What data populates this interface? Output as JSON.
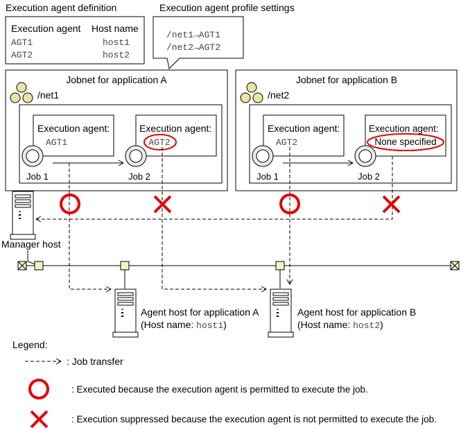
{
  "agent_definition": {
    "title": "Execution agent definition",
    "col_agent": "Execution agent",
    "col_host": "Host name",
    "rows": [
      {
        "agent": "AGT1",
        "host": "host1"
      },
      {
        "agent": "AGT2",
        "host": "host2"
      }
    ]
  },
  "profile_settings": {
    "title": "Execution agent profile settings",
    "lines": [
      "/net1→AGT1",
      "/net2→AGT2"
    ]
  },
  "jobnet_a": {
    "title": "Jobnet for application A",
    "net": "/net1",
    "job1": {
      "label": "Job 1",
      "agent_title": "Execution agent:",
      "agent": "AGT1"
    },
    "job2": {
      "label": "Job 2",
      "agent_title": "Execution agent:",
      "agent": "AGT2"
    }
  },
  "jobnet_b": {
    "title": "Jobnet for application B",
    "net": "/net2",
    "job1": {
      "label": "Job 1",
      "agent_title": "Execution agent:",
      "agent": "AGT2"
    },
    "job2": {
      "label": "Job 2",
      "agent_title": "Execution agent:",
      "agent": "None specified"
    }
  },
  "manager_host": "Manager host",
  "agent_host_a": {
    "line1": "Agent host for application A",
    "prefix": "(Host name: ",
    "host": "host1",
    "suffix": ")"
  },
  "agent_host_b": {
    "line1": "Agent host for application B",
    "prefix": "(Host name: ",
    "host": "host2",
    "suffix": ")"
  },
  "legend": {
    "title": "Legend:",
    "transfer": ": Job transfer",
    "executed": ": Executed because the execution agent is permitted to execute the job.",
    "suppressed": ": Execution suppressed because the execution agent is not permitted to execute the job."
  },
  "colors": {
    "accent_red": "#e60000",
    "node_yellow": "#e8e6a0",
    "line": "#000000"
  }
}
